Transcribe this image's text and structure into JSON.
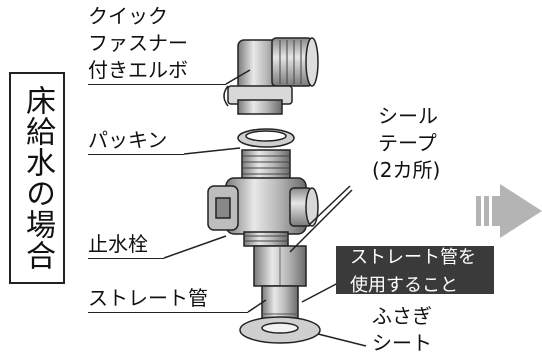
{
  "title_box": {
    "text": "床給水の場合"
  },
  "labels": {
    "elbow": [
      "クイック",
      "ファスナー",
      "付きエルボ"
    ],
    "packing": "パッキン",
    "valve": "止水栓",
    "straight_pipe": "ストレート管",
    "seal_tape": [
      "シール",
      "テープ",
      "(2カ所)"
    ],
    "washer": [
      "ふさぎ",
      "シート"
    ]
  },
  "note": {
    "lines": [
      "ストレート管を",
      "使用すること"
    ]
  },
  "colors": {
    "note_bg": "#3a3a3a",
    "arrow": "#b4b4b4",
    "line": "#222222"
  },
  "icons": {
    "next_step": "arrow-right-icon"
  }
}
